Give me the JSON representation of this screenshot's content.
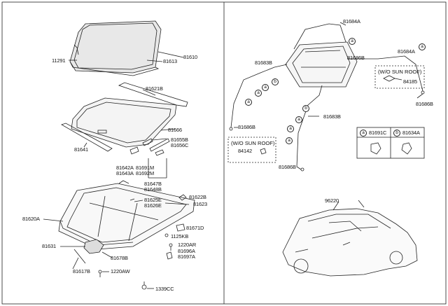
{
  "left_labels": [
    {
      "id": "p81610",
      "text": "81610"
    },
    {
      "id": "p11291",
      "text": "11291"
    },
    {
      "id": "p81613",
      "text": "81613"
    },
    {
      "id": "p81621B",
      "text": "81621B"
    },
    {
      "id": "p81666",
      "text": "81666"
    },
    {
      "id": "p81641",
      "text": "81641"
    },
    {
      "id": "p81655B",
      "text": "81655B"
    },
    {
      "id": "p81656C",
      "text": "81656C"
    },
    {
      "id": "p81642A",
      "text": "81642A"
    },
    {
      "id": "p81643A",
      "text": "81643A"
    },
    {
      "id": "p81691M",
      "text": "81691M"
    },
    {
      "id": "p81692M",
      "text": "81692M"
    },
    {
      "id": "p81647B",
      "text": "81647B"
    },
    {
      "id": "p81648B",
      "text": "81648B"
    },
    {
      "id": "p81622B",
      "text": "81622B"
    },
    {
      "id": "p81625E",
      "text": "81625E"
    },
    {
      "id": "p81626E",
      "text": "81626E"
    },
    {
      "id": "p81623",
      "text": "81623"
    },
    {
      "id": "p81620A",
      "text": "81620A"
    },
    {
      "id": "p81671D",
      "text": "81671D"
    },
    {
      "id": "p1125KB",
      "text": "1125KB"
    },
    {
      "id": "p1220AR",
      "text": "1220AR"
    },
    {
      "id": "p81631",
      "text": "81631"
    },
    {
      "id": "p81696A",
      "text": "81696A"
    },
    {
      "id": "p81697A",
      "text": "81697A"
    },
    {
      "id": "p81678B",
      "text": "81678B"
    },
    {
      "id": "p81617B",
      "text": "81617B"
    },
    {
      "id": "p1220AW",
      "text": "1220AW"
    },
    {
      "id": "p1339CC",
      "text": "1339CC"
    }
  ],
  "right_labels": [
    {
      "id": "p81684A_top",
      "text": "81684A"
    },
    {
      "id": "p81684A_right",
      "text": "81684A"
    },
    {
      "id": "p81686B_top",
      "text": "81686B"
    },
    {
      "id": "p81683B_left",
      "text": "81683B"
    },
    {
      "id": "p81686B_right",
      "text": "81686B"
    },
    {
      "id": "p81686B_left",
      "text": "81686B"
    },
    {
      "id": "p81683B_mid",
      "text": "81683B"
    },
    {
      "id": "p81686B_bottom",
      "text": "81686B"
    },
    {
      "id": "p84185",
      "text": "84185"
    },
    {
      "id": "p84142",
      "text": "84142"
    },
    {
      "id": "p96220",
      "text": "96220"
    }
  ],
  "boxes": {
    "wo_sunroof_right": "(W/O SUN ROOF)",
    "wo_sunroof_left": "(W/O SUN ROOF)"
  },
  "legend": {
    "a_letter": "a",
    "a_part": "81691C",
    "b_letter": "b",
    "b_part": "81634A"
  },
  "callouts": {
    "a": "a",
    "b": "b"
  }
}
